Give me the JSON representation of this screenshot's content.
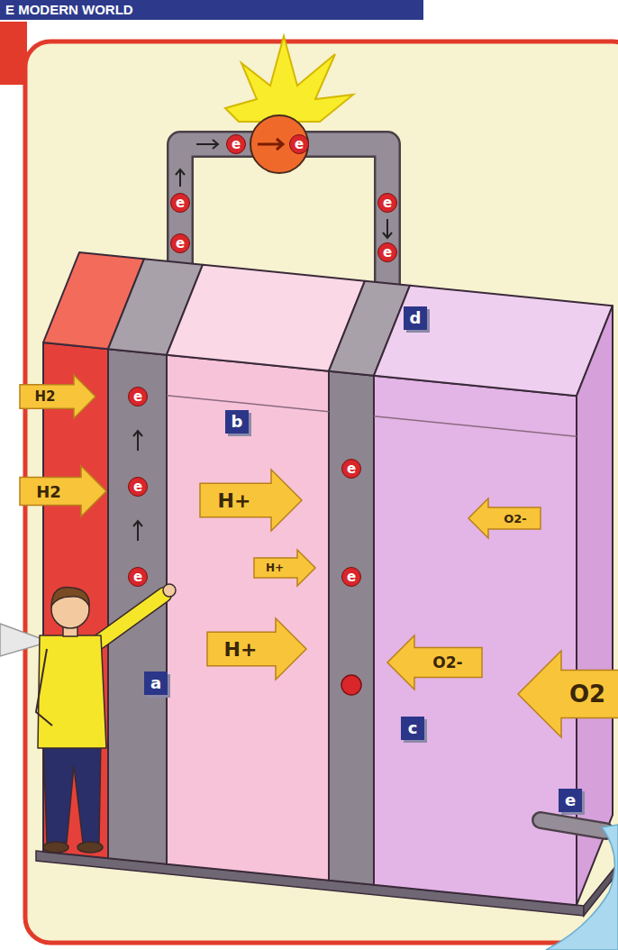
{
  "diagram": {
    "labels": [
      "E MODERN WORLD",
      "a",
      "b",
      "c",
      "d",
      "e",
      "H2",
      "H2",
      "H+",
      "H+",
      "H+",
      "O2-",
      "O2-",
      "O2",
      "e",
      "e",
      "e",
      "e",
      "e",
      "e",
      "e",
      "e",
      "e",
      "e",
      "e"
    ]
  }
}
